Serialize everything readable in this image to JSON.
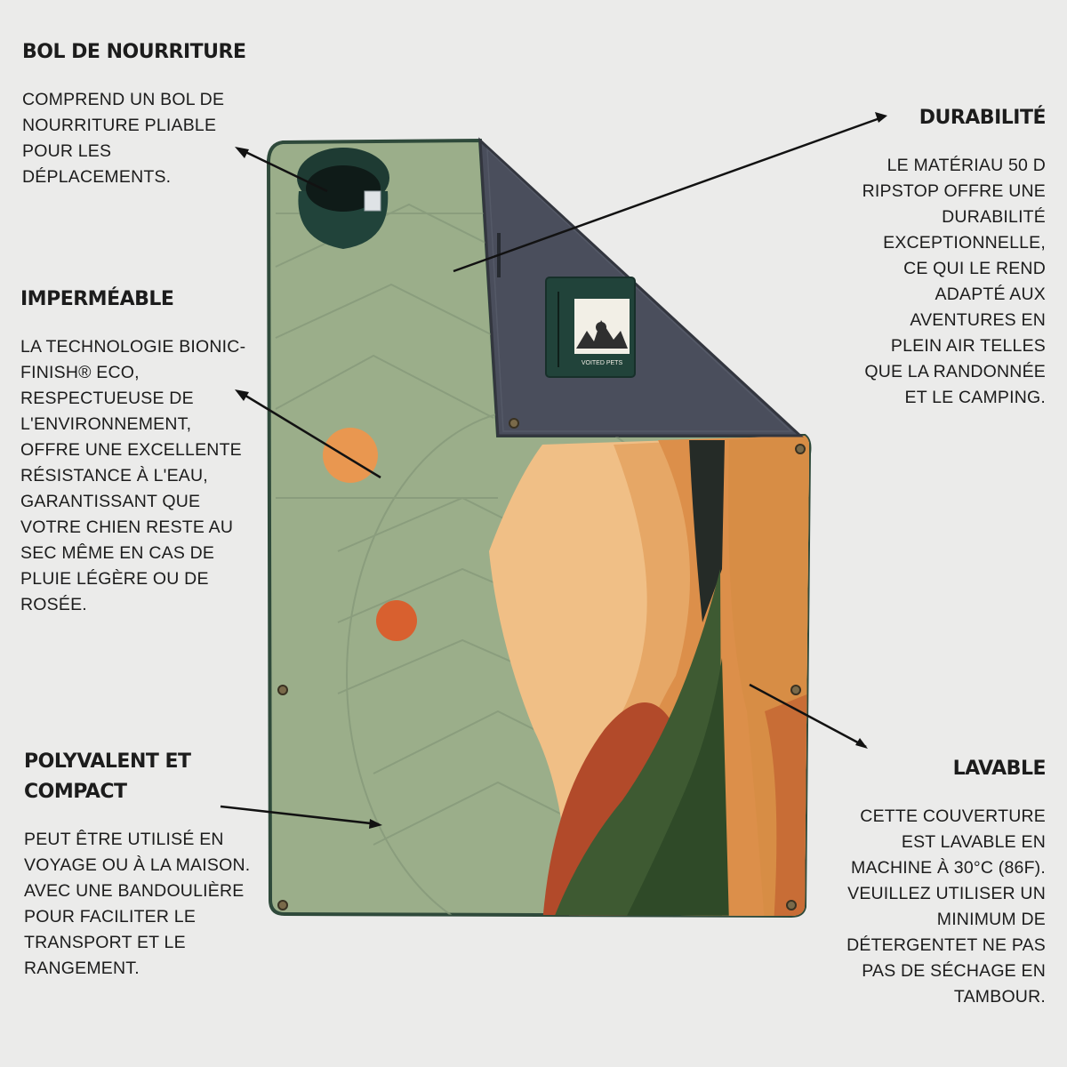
{
  "features": {
    "bowl": {
      "title": "BOL DE NOURRITURE",
      "text": "COMPREND UN BOL DE\nNOURRITURE PLIABLE\nPOUR LES\nDÉPLACEMENTS."
    },
    "waterproof": {
      "title": "IMPERMÉABLE",
      "text": "LA TECHNOLOGIE BIONIC-\nFINISH® ECO,\nRESPECTUEUSE DE\nL'ENVIRONNEMENT,\nOFFRE UNE EXCELLENTE\nRÉSISTANCE À L'EAU,\nGARANTISSANT QUE\nVOTRE CHIEN RESTE AU\nSEC MÊME EN CAS DE\nPLUIE LÉGÈRE OU DE\nROSÉE."
    },
    "compact": {
      "title_line1": "POLYVALENT ET",
      "title_line2": "COMPACT",
      "text": "PEUT ÊTRE UTILISÉ EN\nVOYAGE OU À LA MAISON.\nAVEC UNE BANDOULIÈRE\nPOUR FACILITER LE\nTRANSPORT ET LE\nRANGEMENT."
    },
    "durability": {
      "title": "DURABILITÉ",
      "text": "LE MATÉRIAU 50 D\nRIPSTOP OFFRE UNE\nDURABILITÉ\nEXCEPTIONNELLE,\nCE QUI LE REND\nADAPTÉ AUX\nAVENTURES EN\nPLEIN AIR TELLES\nQUE LA RANDONNÉE\nET LE CAMPING."
    },
    "washable": {
      "title": "LAVABLE",
      "text": "CETTE COUVERTURE\nEST LAVABLE EN\nMACHINE À 30°C (86F).\nVEUILLEZ UTILISER UN\nMINIMUM DE\nDÉTERGENTET NE PAS\nPAS DE SÉCHAGE EN\nTAMBOUR."
    }
  },
  "product": {
    "patch_brand": "VOITED PETS"
  },
  "colors": {
    "background": "#ebebea",
    "sage_green": "#9bae8a",
    "charcoal_lining": "#4a4e5c",
    "peach": "#f0bf86",
    "orange": "#dc8f4a",
    "rust": "#b24a2a",
    "forest_green": "#3e5a32",
    "sun_orange": "#e99750",
    "sun_red": "#d8602f",
    "text": "#1c1c1c"
  }
}
